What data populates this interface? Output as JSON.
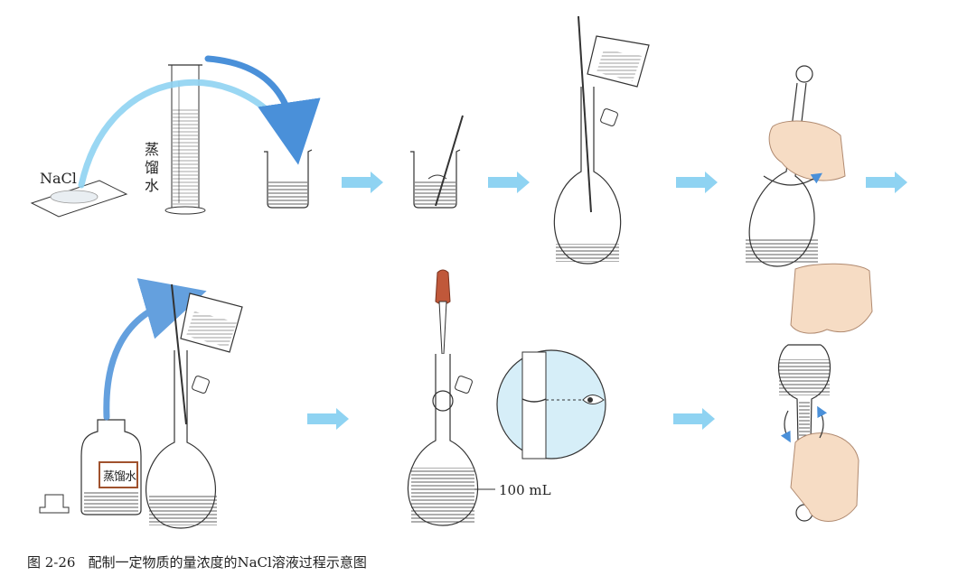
{
  "labels": {
    "nacl": "NaCl",
    "distilled_water_vertical": [
      "蒸",
      "馏",
      "水"
    ],
    "bottle_label": "蒸馏水",
    "volume_mark": "100 mL"
  },
  "caption": {
    "number": "图 2-26",
    "text": "配制一定物质的量浓度的NaCl溶液过程示意图"
  },
  "colors": {
    "arrow_blue": "#8fd3f2",
    "curve_blue": "#4a90d9",
    "bottle_label_border": "#a0522d",
    "dropper_bulb": "#c0583a",
    "magnifier_fill": "#d6eef8",
    "skin": "#f6dcc4"
  }
}
